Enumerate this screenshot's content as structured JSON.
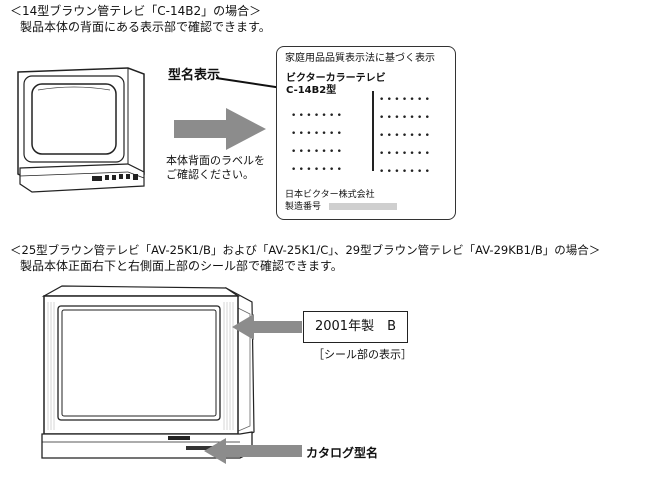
{
  "section1": {
    "heading": "＜14型ブラウン管テレビ「C-14B2」の場合＞",
    "subtext": "製品本体の背面にある表示部で確認できます。",
    "model_label": "型名表示",
    "back_label_note": [
      "本体背面のラベルを",
      "ご確認ください。"
    ],
    "label_panel": {
      "title": "家庭用品品質表示法に基づく表示",
      "product_name": "ビクターカラーテレビ",
      "model": "C-14B2型",
      "maker": "日本ビクター株式会社",
      "serial_label": "製造番号"
    }
  },
  "section2": {
    "heading": "＜25型ブラウン管テレビ「AV-25K1/B」および「AV-25K1/C」、29型ブラウン管テレビ「AV-29KB1/B」の場合＞",
    "subtext": "製品本体正面右下と右側面上部のシール部で確認できます。",
    "seal_text": "2001年製　B",
    "seal_caption": "［シール部の表示］",
    "catalog_label": "カタログ型名"
  },
  "colors": {
    "arrow_gray": "#8c8c8c",
    "serial_bar": "#cfcfcf",
    "line": "#222222"
  }
}
